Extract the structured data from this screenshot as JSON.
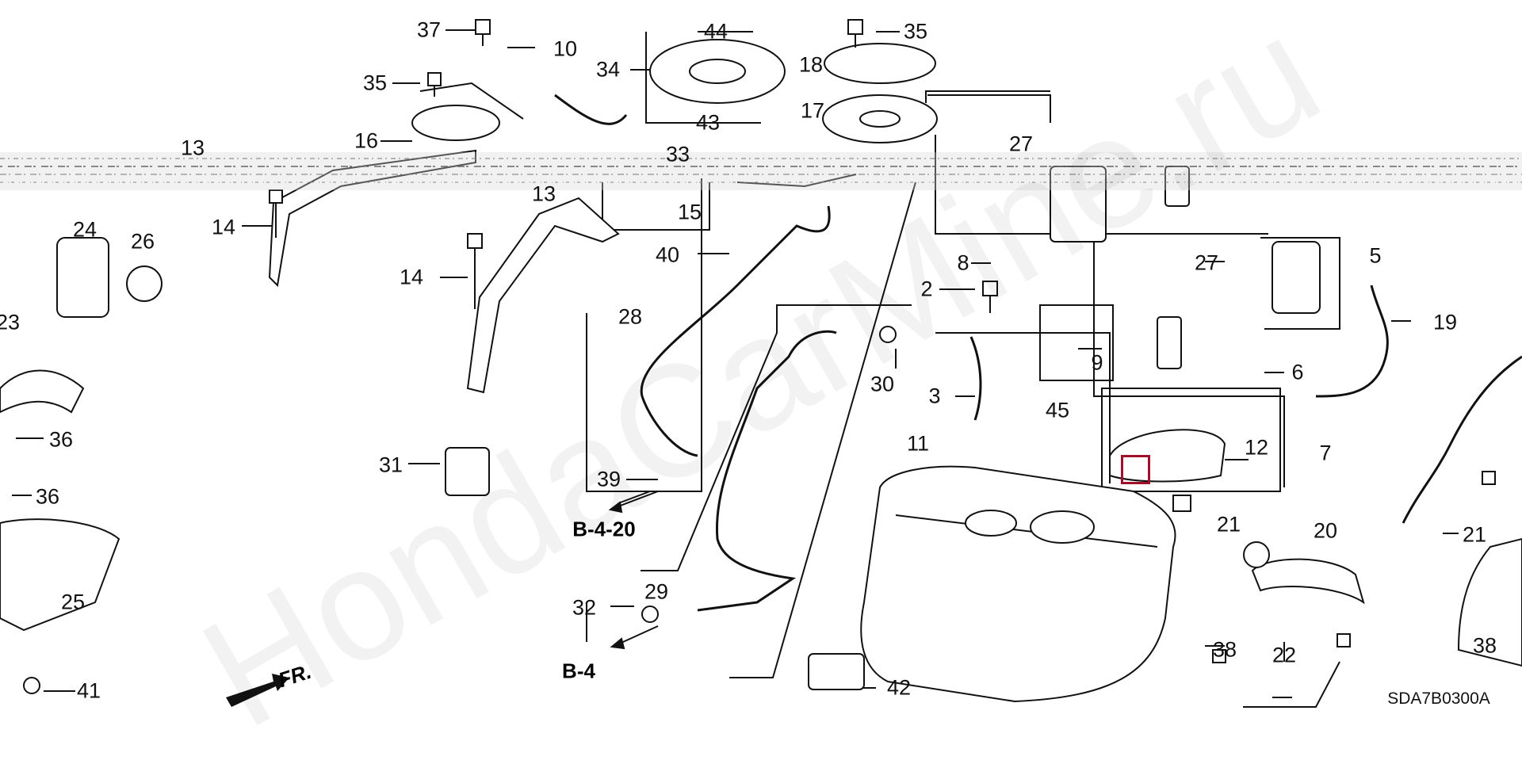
{
  "watermark": "HondaCarMine.ru",
  "diagram_code": "SDA7B0300A",
  "direction_label": "FR.",
  "highlight_color": "#a0102a",
  "references": [
    "B-4-20",
    "B-4"
  ],
  "callouts": [
    "37",
    "10",
    "35",
    "44",
    "34",
    "18",
    "35",
    "43",
    "17",
    "16",
    "13",
    "33",
    "27",
    "13",
    "15",
    "14",
    "14",
    "24",
    "26",
    "40",
    "28",
    "8",
    "27",
    "5",
    "2",
    "9",
    "19",
    "23",
    "36",
    "30",
    "3",
    "45",
    "6",
    "12",
    "7",
    "36",
    "31",
    "39",
    "11",
    "21",
    "20",
    "21",
    "25",
    "32",
    "29",
    "38",
    "38",
    "22",
    "41",
    "42"
  ]
}
